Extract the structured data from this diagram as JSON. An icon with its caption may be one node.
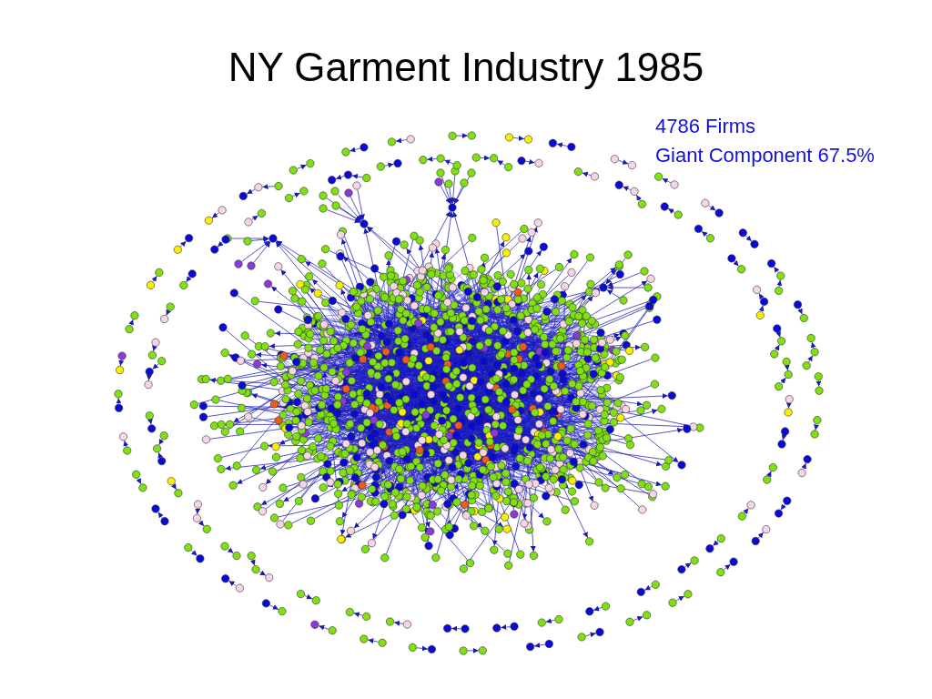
{
  "diagram": {
    "title": "NY Garment Industry 1985",
    "labels": [
      "4786 Firms",
      "Giant Component 67.5%"
    ]
  }
}
